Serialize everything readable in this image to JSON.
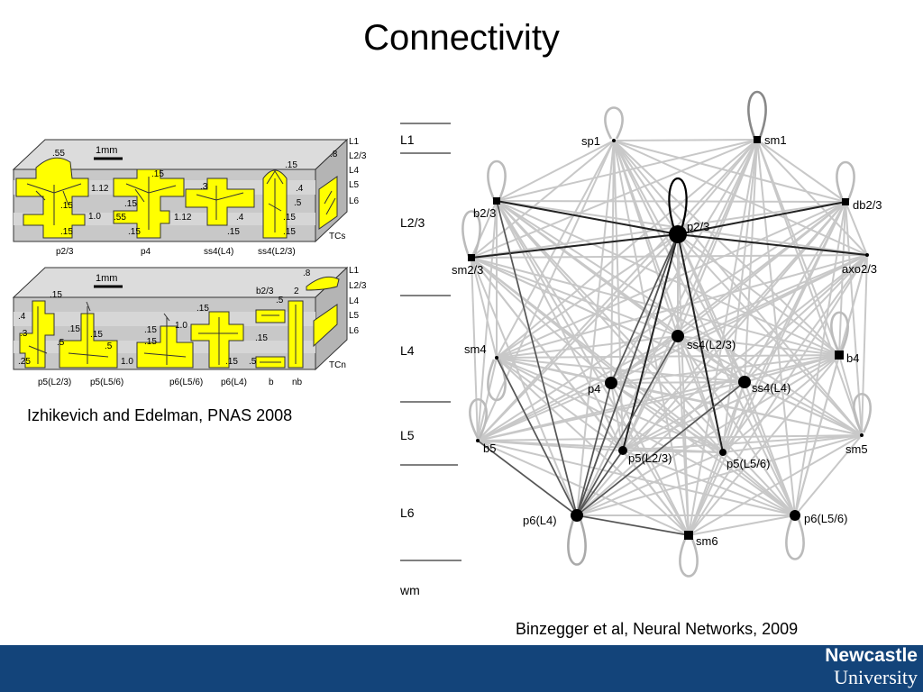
{
  "title": "Connectivity",
  "caption_left": "Izhikevich and Edelman, PNAS 2008",
  "caption_right": "Binzegger et al, Neural Networks, 2009",
  "logo": {
    "line1": "Newcastle",
    "line2": "University"
  },
  "colors": {
    "footer": "#13447a",
    "cortex_fill": "#ffff00",
    "slab": "#c8c8c8",
    "edge_light": "#c8c8c8",
    "edge_dark": "#333333"
  },
  "cortex_top": {
    "scale_label": "1mm",
    "layer_labels": [
      "L1",
      "L2/3",
      "L4",
      "L5",
      "L6"
    ],
    "end_label": "TCs",
    "cell_labels": [
      "p2/3",
      "p4",
      "ss4(L4)",
      "ss4(L2/3)"
    ],
    "numbers": [
      ".55",
      ".15",
      ".15",
      "1.12",
      "1.0",
      ".15",
      ".15",
      ".55",
      ".15",
      ".3",
      "1.12",
      ".4",
      ".15",
      ".15",
      ".4",
      ".5",
      ".15",
      ".15",
      ".8"
    ]
  },
  "cortex_bottom": {
    "scale_label": "1mm",
    "layer_labels": [
      "L1",
      "L2/3",
      "L4",
      "L5",
      "L6"
    ],
    "end_label": "TCn",
    "cell_labels": [
      "p5(L2/3)",
      "p5(L5/6)",
      "p6(L5/6)",
      "p6(L4)",
      "b",
      "nb"
    ],
    "numbers": [
      ".15",
      ".4",
      ".3",
      ".5",
      ".25",
      ".15",
      ".15",
      ".5",
      "1.0",
      ".15",
      ".15",
      "1.0",
      ".15",
      ".15",
      "b2/3",
      ".5",
      "2",
      ".15",
      ".5",
      ".8"
    ]
  },
  "network": {
    "layers": [
      "L1",
      "L2/3",
      "L4",
      "L5",
      "L6",
      "wm"
    ],
    "nodes": [
      "sp1",
      "sm1",
      "b2/3",
      "p2/3",
      "db2/3",
      "sm2/3",
      "axo2/3",
      "sm4",
      "ss4(L2/3)",
      "b4",
      "p4",
      "ss4(L4)",
      "b5",
      "p5(L2/3)",
      "p5(L5/6)",
      "sm5",
      "p6(L4)",
      "sm6",
      "p6(L5/6)"
    ]
  }
}
